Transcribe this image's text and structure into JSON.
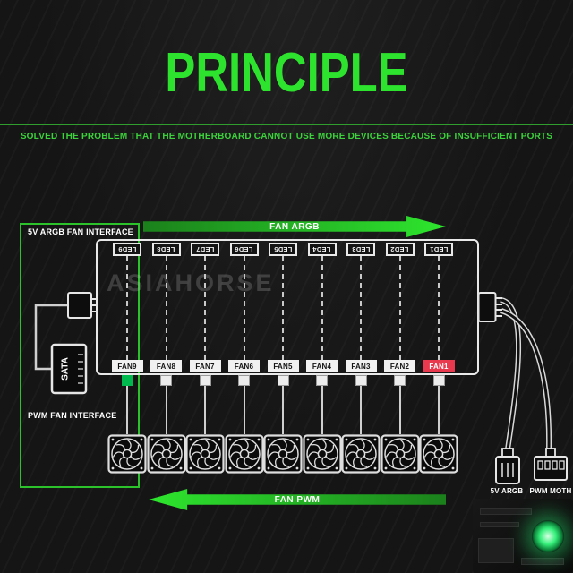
{
  "title": "PRINCIPLE",
  "subtitle": "SOLVED THE PROBLEM THAT THE MOTHERBOARD CANNOT USE MORE DEVICES BECAUSE OF INSUFFICIENT PORTS",
  "colors": {
    "accent_green": "#2de32d",
    "box_green": "#2cc22c",
    "fan1_highlight_red": "#e8394e",
    "fan9_connector_green": "#00b94e",
    "line_white": "#e9e9e9"
  },
  "labels": {
    "argb_interface": "5V ARGB FAN INTERFACE",
    "pwm_interface": "PWM FAN INTERFACE",
    "fan_argb_arrow": "FAN ARGB",
    "fan_pwm_arrow": "FAN PWM",
    "sata": "SATA",
    "argb_plug": "5V ARGB",
    "pwm_plug": "PWM MOTH",
    "watermark": "ASIAHORSE"
  },
  "hub": {
    "led_ports": [
      "LED9",
      "LED8",
      "LED7",
      "LED6",
      "LED5",
      "LED4",
      "LED3",
      "LED2",
      "LED1"
    ],
    "fan_ports": [
      "FAN9",
      "FAN8",
      "FAN7",
      "FAN6",
      "FAN5",
      "FAN4",
      "FAN3",
      "FAN2",
      "FAN1"
    ]
  }
}
